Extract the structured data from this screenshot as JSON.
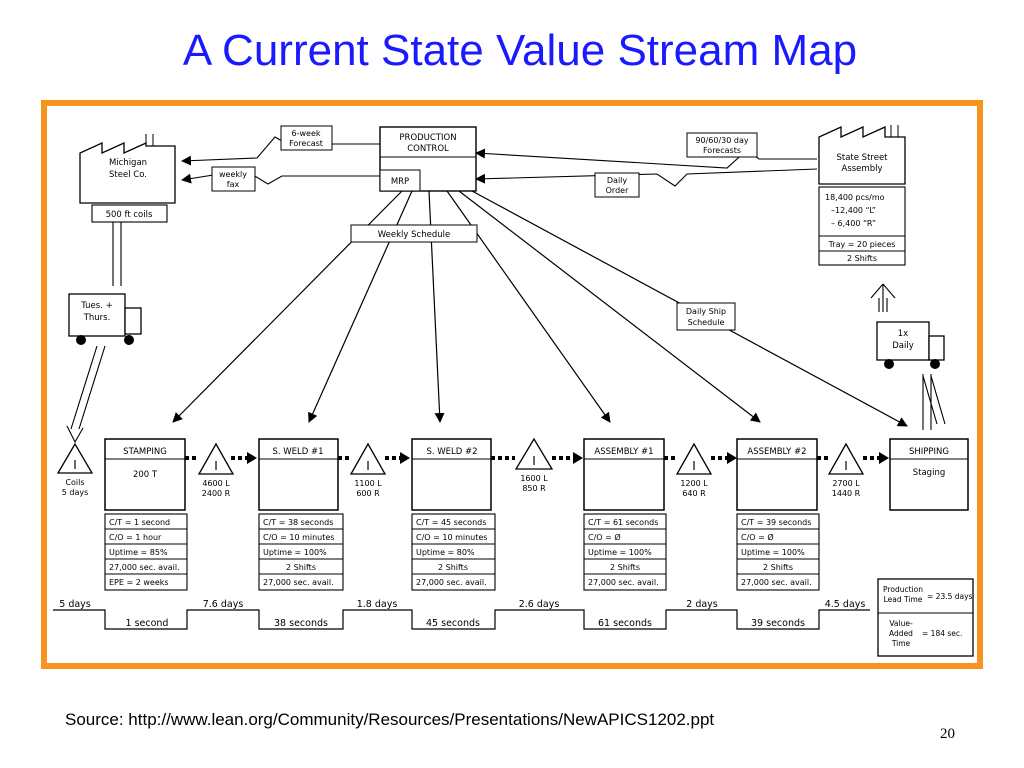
{
  "title": "A Current State Value Stream Map",
  "source": "Source: http://www.lean.org/Community/Resources/Presentations/NewAPICS1202.ppt",
  "page_number": "20",
  "colors": {
    "title": "#1a1aff",
    "frame": "#f7941d"
  },
  "supplier": {
    "name_line1": "Michigan",
    "name_line2": "Steel Co.",
    "shipment": "500 ft coils"
  },
  "customer": {
    "name_line1": "State Street",
    "name_line2": "Assembly",
    "demand": [
      "18,400 pcs/mo",
      "–12,400 “L”",
      "– 6,400 “R”"
    ],
    "tray": "Tray = 20 pieces",
    "shifts": "2 Shifts"
  },
  "production_control": {
    "line1": "PRODUCTION",
    "line2": "CONTROL",
    "mrp": "MRP"
  },
  "info_flows": {
    "forecast_supplier": [
      "6-week",
      "Forecast"
    ],
    "fax": [
      "weekly",
      "fax"
    ],
    "forecast_customer": "90/60/30 day",
    "forecast_customer_2": "Forecasts",
    "daily_order": [
      "Daily",
      "Order"
    ],
    "weekly_schedule": "Weekly Schedule",
    "daily_ship": [
      "Daily Ship",
      "Schedule"
    ]
  },
  "trucks": {
    "inbound": [
      "Tues. +",
      "Thurs."
    ],
    "outbound": [
      "1x",
      "Daily"
    ]
  },
  "coils": {
    "symbol": "I",
    "line1": "Coils",
    "line2": "5 days"
  },
  "processes": [
    {
      "name": "STAMPING",
      "inner": "200 T",
      "data": [
        "C/T = 1 second",
        "C/O = 1 hour",
        "Uptime = 85%",
        "27,000 sec. avail.",
        "EPE = 2 weeks"
      ]
    },
    {
      "name": "S. WELD #1",
      "inner": "",
      "data": [
        "C/T = 38 seconds",
        "C/O = 10 minutes",
        "Uptime = 100%",
        "2 Shifts",
        "27,000 sec. avail."
      ]
    },
    {
      "name": "S. WELD #2",
      "inner": "",
      "data": [
        "C/T = 45 seconds",
        "C/O = 10 minutes",
        "Uptime = 80%",
        "2 Shifts",
        "27,000 sec. avail."
      ]
    },
    {
      "name": "ASSEMBLY #1",
      "inner": "",
      "data": [
        "C/T = 61 seconds",
        "C/O = Ø",
        "Uptime = 100%",
        "2 Shifts",
        "27,000 sec. avail."
      ]
    },
    {
      "name": "ASSEMBLY #2",
      "inner": "",
      "data": [
        "C/T = 39 seconds",
        "C/O = Ø",
        "Uptime = 100%",
        "2 Shifts",
        "27,000 sec. avail."
      ]
    },
    {
      "name": "SHIPPING",
      "inner": "Staging",
      "data": []
    }
  ],
  "inventories": [
    {
      "symbol": "I",
      "line1": "4600 L",
      "line2": "2400 R"
    },
    {
      "symbol": "I",
      "line1": "1100 L",
      "line2": "600 R"
    },
    {
      "symbol": "I",
      "line1": "1600 L",
      "line2": "850 R"
    },
    {
      "symbol": "I",
      "line1": "1200 L",
      "line2": "640 R"
    },
    {
      "symbol": "I",
      "line1": "2700 L",
      "line2": "1440 R"
    }
  ],
  "timeline": {
    "waits": [
      "5 days",
      "7.6 days",
      "1.8 days",
      "2.6 days",
      "2 days",
      "4.5 days"
    ],
    "processing": [
      "1 second",
      "38 seconds",
      "45 seconds",
      "61 seconds",
      "39 seconds"
    ]
  },
  "summary": {
    "lead_label": [
      "Production",
      "Lead Time"
    ],
    "lead_value": "= 23.5 days",
    "va_label": [
      "Value-",
      "Added",
      "Time"
    ],
    "va_value": "= 184 sec."
  }
}
